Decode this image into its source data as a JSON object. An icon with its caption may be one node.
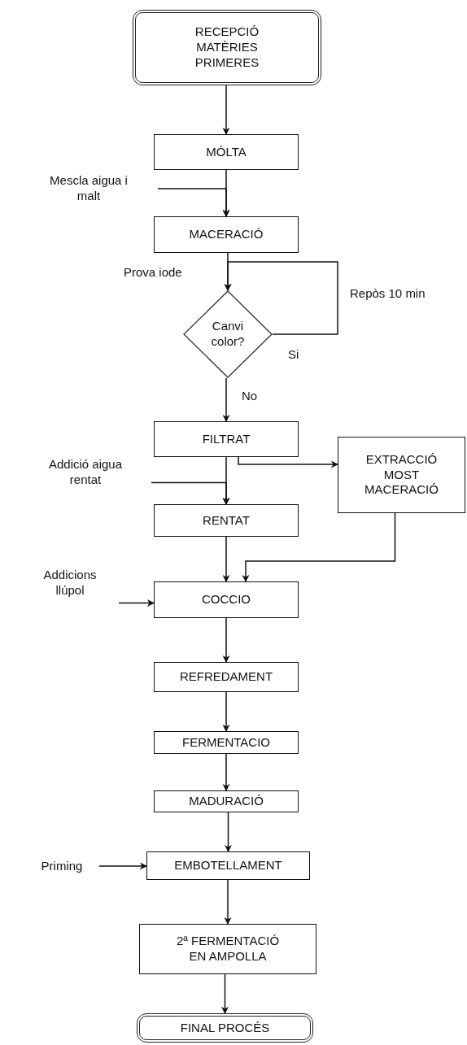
{
  "diagram": {
    "nodes": [
      {
        "text": [
          "RECEPCIÓ MATÈRIES PRIMERES"
        ]
      },
      {
        "text": [
          "MÓLTA"
        ]
      },
      {
        "text": [
          "Mescla aigua i malt"
        ]
      },
      {
        "text": [
          "MACERACIÓ"
        ]
      },
      {
        "text": [
          "Canvi color?"
        ]
      },
      {
        "text": [
          "FILTRAT"
        ]
      },
      {
        "text": [
          "Addició aigua rentat"
        ]
      },
      {
        "text": [
          "EXTRACCIÓ MOST MACERACIÓ"
        ]
      },
      {
        "text": [
          "RENTAT"
        ]
      },
      {
        "text": [
          "COCCIO"
        ]
      },
      {
        "text": [
          "Addicions llúpol"
        ]
      },
      {
        "text": [
          "REFREDAMENT"
        ]
      },
      {
        "text": [
          "FERMENTACIO"
        ]
      },
      {
        "text": [
          "MADURACIÓ"
        ]
      },
      {
        "text": [
          "EMBOTELLAMENT"
        ]
      },
      {
        "text": [
          "Priming"
        ]
      },
      {
        "text": [
          "2ª FERMENTACIÓ EN AMPOLLA"
        ]
      },
      {
        "text": [
          "FINAL PROCÉS"
        ]
      }
    ],
    "edges": [
      {
        "from": 0,
        "to": 1,
        "arrow": "to"
      },
      {
        "from": 1,
        "to": 3,
        "arrow": "to"
      },
      {
        "from": 2,
        "to": 3,
        "arrow": "to"
      },
      {
        "from": 3,
        "to": 4,
        "arrow": "to",
        "label": "Prova iode"
      },
      {
        "from": 4,
        "to": 4,
        "arrow": "to",
        "label": "Si"
      },
      {
        "from": 4,
        "to": 5,
        "arrow": "to",
        "label": "No"
      },
      {
        "from": 5,
        "to": 8,
        "arrow": "to"
      },
      {
        "from": 5,
        "to": 7,
        "arrow": "to"
      },
      {
        "from": 6,
        "to": 8,
        "arrow": "to"
      },
      {
        "from": 8,
        "to": 9,
        "arrow": "to"
      },
      {
        "from": 7,
        "to": 9,
        "arrow": "to"
      },
      {
        "from": 10,
        "to": 9,
        "arrow": "to"
      },
      {
        "from": 9,
        "to": 11,
        "arrow": "to"
      },
      {
        "from": 11,
        "to": 12,
        "arrow": "to"
      },
      {
        "from": 12,
        "to": 13,
        "arrow": "to"
      },
      {
        "from": 13,
        "to": 14,
        "arrow": "to"
      },
      {
        "from": 15,
        "to": 14,
        "arrow": "to"
      },
      {
        "from": 14,
        "to": 16,
        "arrow": "to"
      },
      {
        "from": 16,
        "to": 17,
        "arrow": "to"
      }
    ],
    "labels": [
      "Repòs 10 min"
    ]
  }
}
